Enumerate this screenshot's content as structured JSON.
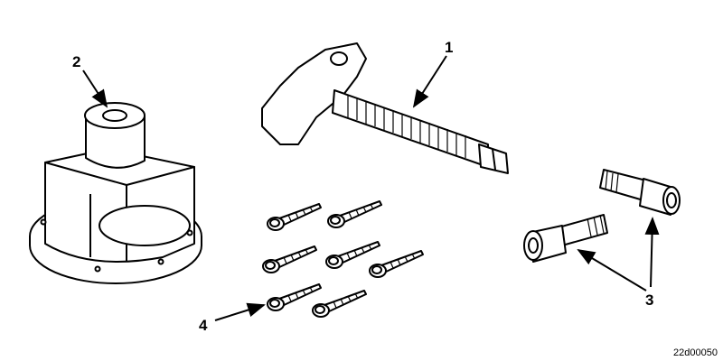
{
  "callouts": {
    "item1": "1",
    "item2": "2",
    "item3": "3",
    "item4": "4"
  },
  "figure_code": "22d00050"
}
